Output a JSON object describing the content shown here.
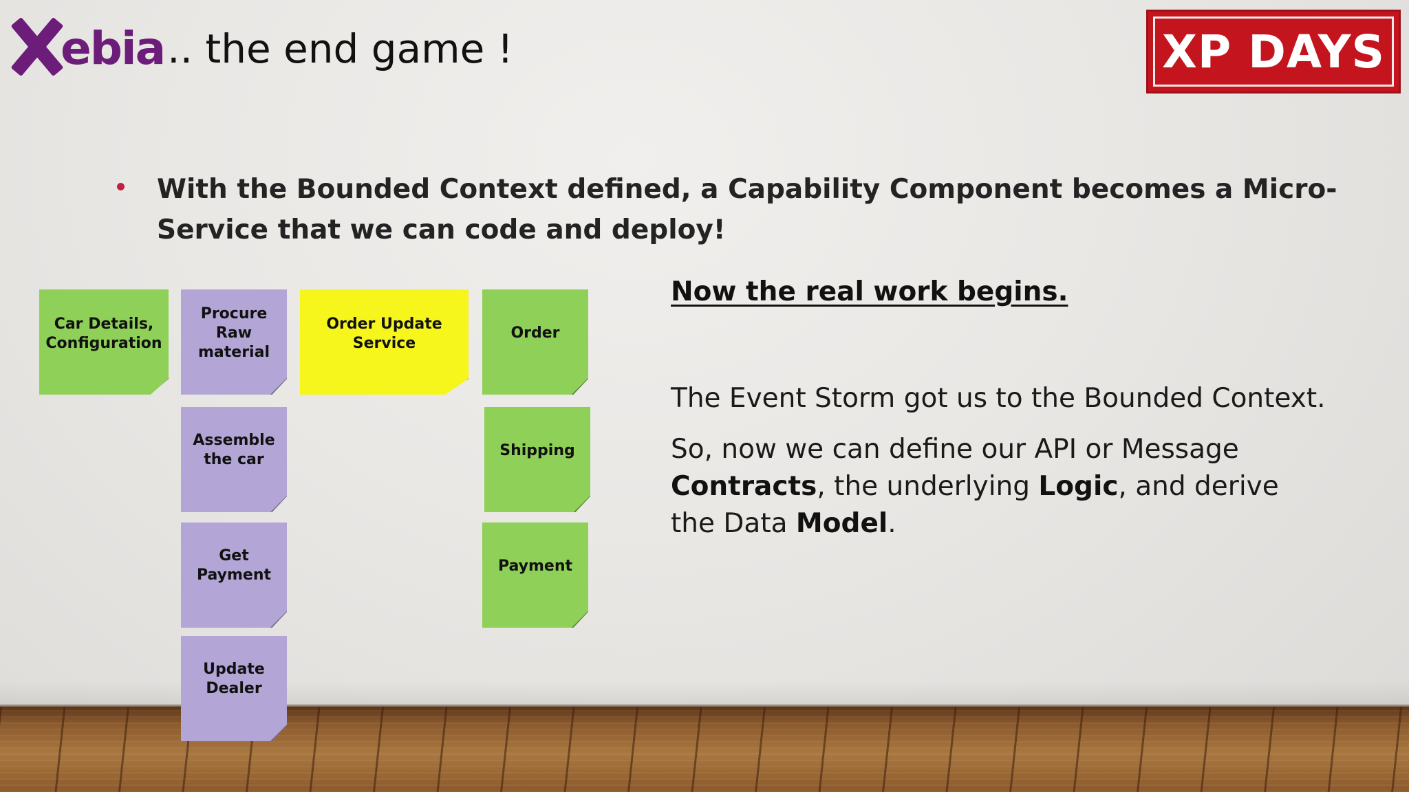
{
  "header": {
    "logo_text": "Xebia",
    "logo_letter": "X",
    "title_suffix": ".. the end game !",
    "badge": "XP DAYS"
  },
  "bullet": {
    "text": "With the Bounded Context defined, a Capability Component becomes a Micro-Service that we can code and deploy!"
  },
  "notes": [
    {
      "label_lines": [
        "Car Details,",
        "Configuration"
      ],
      "color": "#8fd058"
    },
    {
      "label_lines": [
        "Procure",
        "Raw",
        "material"
      ],
      "color": "#b3a6d6"
    },
    {
      "label_lines": [
        "Order Update",
        "Service"
      ],
      "color": "#f6f51c"
    },
    {
      "label_lines": [
        "Order"
      ],
      "color": "#8fd058"
    },
    {
      "label_lines": [
        "Assemble",
        "the car"
      ],
      "color": "#b3a6d6"
    },
    {
      "label_lines": [
        "Shipping"
      ],
      "color": "#8fd058"
    },
    {
      "label_lines": [
        "Get",
        "Payment"
      ],
      "color": "#b3a6d6"
    },
    {
      "label_lines": [
        "Payment"
      ],
      "color": "#8fd058"
    },
    {
      "label_lines": [
        "Update",
        "Dealer"
      ],
      "color": "#b3a6d6"
    }
  ],
  "right": {
    "heading": "Now the real work begins.",
    "para1": "The Event Storm got us to the Bounded Context.",
    "para2": {
      "t1": "So, now we can define our API or Message ",
      "b1": "Contracts",
      "t2": ", the underlying ",
      "b2": "Logic",
      "t3": ", and derive the Data ",
      "b3": "Model",
      "t4": "."
    }
  },
  "colors": {
    "brand_purple": "#6c1d7a",
    "badge_red": "#c4151f",
    "bullet_red": "#c2203e"
  }
}
